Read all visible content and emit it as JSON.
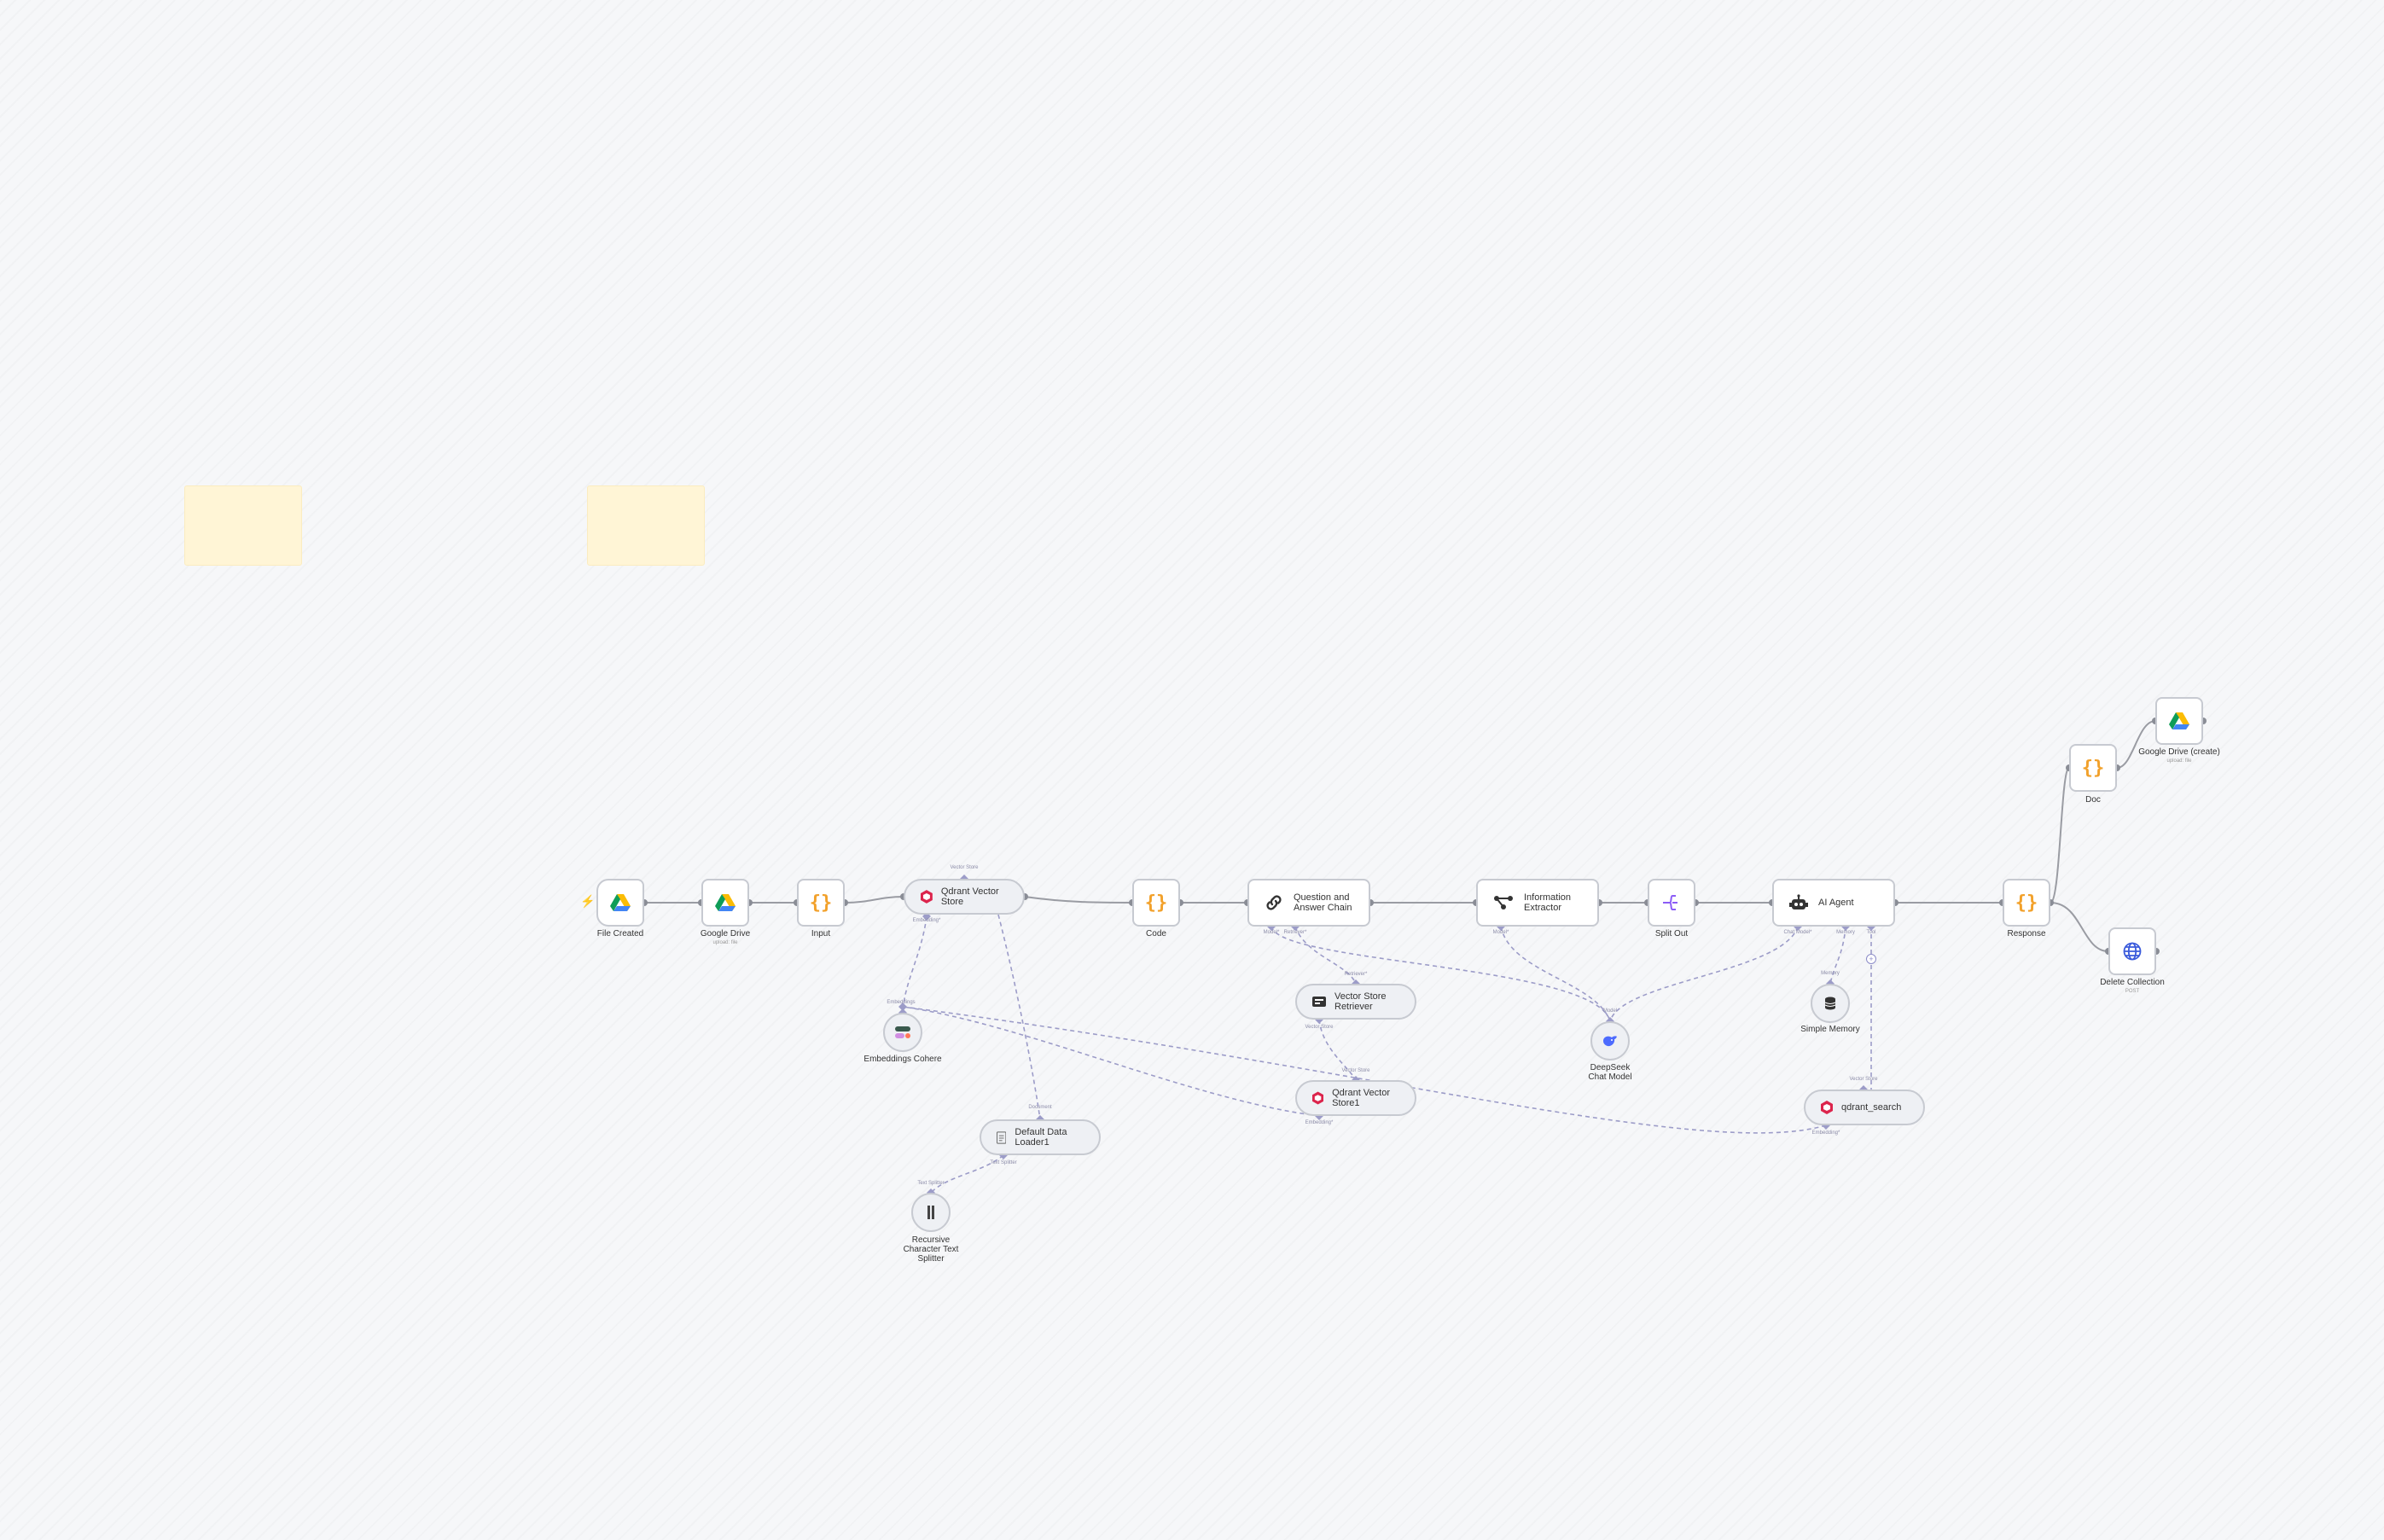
{
  "colors": {
    "background": "#f6f7f9",
    "sticky": "#fff5d6",
    "main_edge": "#9a9ca3",
    "ai_edge": "#9c9cc8",
    "brace": "#f2a12b",
    "trigger": "#e8423c"
  },
  "nodes": {
    "file_created": {
      "label": "File Created",
      "icon": "google-drive-icon"
    },
    "google_drive": {
      "label": "Google Drive",
      "sub": "upload: file",
      "icon": "google-drive-icon"
    },
    "input": {
      "label": "Input",
      "icon": "code-braces-icon"
    },
    "qdrant_vector_store": {
      "label": "Qdrant Vector Store",
      "icon": "qdrant-icon"
    },
    "embeddings_cohere": {
      "label": "Embeddings Cohere",
      "icon": "cohere-icon"
    },
    "default_data_loader": {
      "label": "Default Data Loader1",
      "icon": "document-icon"
    },
    "recursive_splitter": {
      "label": "Recursive Character Text Splitter",
      "icon": "splitter-icon"
    },
    "code": {
      "label": "Code",
      "icon": "code-braces-icon"
    },
    "qa_chain": {
      "label": "Question and Answer Chain",
      "icon": "link-icon"
    },
    "vector_store_retriever": {
      "label": "Vector Store Retriever",
      "icon": "retriever-icon"
    },
    "qdrant_vector_store1": {
      "label": "Qdrant Vector Store1",
      "icon": "qdrant-icon"
    },
    "information_extractor": {
      "label": "Information Extractor",
      "icon": "extractor-icon"
    },
    "deepseek_chat_model": {
      "label": "DeepSeek Chat Model",
      "icon": "deepseek-icon"
    },
    "split_out": {
      "label": "Split Out",
      "icon": "split-out-icon"
    },
    "ai_agent": {
      "label": "AI Agent",
      "icon": "robot-icon"
    },
    "simple_memory": {
      "label": "Simple Memory",
      "icon": "database-icon"
    },
    "qdrant_search": {
      "label": "qdrant_search",
      "icon": "qdrant-icon"
    },
    "response": {
      "label": "Response",
      "icon": "code-braces-icon"
    },
    "doc": {
      "label": "Doc",
      "icon": "code-braces-icon"
    },
    "google_drive_create": {
      "label": "Google Drive (create)",
      "sub": "upload: file",
      "icon": "google-drive-icon"
    },
    "delete_collection": {
      "label": "Delete Collection",
      "sub": "POST",
      "icon": "globe-icon"
    }
  },
  "ports": {
    "vector_store": "Vector Store",
    "embedding": "Embedding*",
    "embeddings": "Embeddings",
    "document": "Document",
    "text_splitter": "Text Splitter",
    "model": "Model*",
    "retriever": "Retriever*",
    "chat_model": "Chat Model*",
    "memory": "Memory",
    "tool": "Tool",
    "model_short": "Model"
  }
}
